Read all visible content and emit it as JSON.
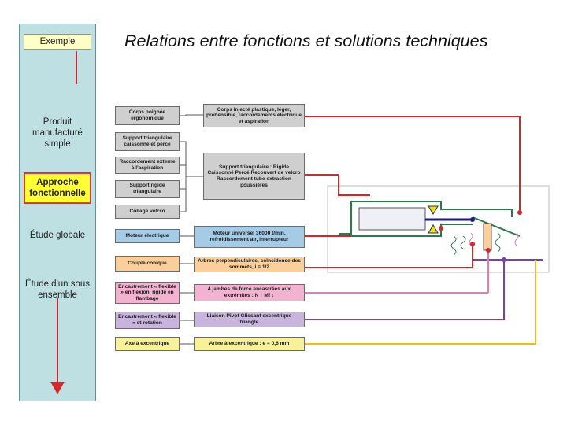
{
  "sidebar": {
    "example_label": "Exemple",
    "product_label": "Produit manufacturé simple",
    "approach_label": "Approche fonctionnelle",
    "global_label": "Étude globale",
    "sub_label": "Étude d'un sous ensemble"
  },
  "title": "Relations entre fonctions et solutions techniques",
  "functions": [
    {
      "label": "Corps poignée ergonomique"
    },
    {
      "label": "Support triangulaire caissonné et percé"
    },
    {
      "label": "Raccordement externe à l'aspiration"
    },
    {
      "label": "Support rigide triangulaire"
    },
    {
      "label": "Collage velcro"
    },
    {
      "label": "Moteur électrique"
    },
    {
      "label": "Couple conique"
    },
    {
      "label": "Encastrement « flexible » en flexion, rigide en flambage"
    },
    {
      "label": "Encastrement « flexible » et rotation"
    },
    {
      "label": "Axe à excentrique"
    }
  ],
  "solutions": [
    {
      "label": "Corps injecté plastique, léger, préhensible, raccordements électrique et aspiration"
    },
    {
      "label": "Support triangulaire : Rigide Caissonné Percé Recouvert de velcro Raccordement tube extraction poussières"
    },
    {
      "label": "Moteur universel 36000 t/min, refroidissement air, interrupteur"
    },
    {
      "label": "Arbres perpendiculaires, coïncidence des sommets, i = 1/2"
    },
    {
      "label": "4 jambes de force encastrées aux extrémités : N ↑ Mf ↓"
    },
    {
      "label": "Liaison Pivot Glissant excentrique triangle"
    },
    {
      "label": "Arbre à excentrique : e = 0,6 mm"
    }
  ],
  "colors": {
    "arrow": "#d2282b",
    "gray": "#cfcfcf",
    "blue": "#a6cbe6",
    "orange": "#fbcf9a",
    "pink": "#f2b2d0",
    "purple": "#c8b4dc",
    "yellow": "#f7f19a",
    "sidebar": "#bfe0e3",
    "highlight": "#ffff33"
  }
}
